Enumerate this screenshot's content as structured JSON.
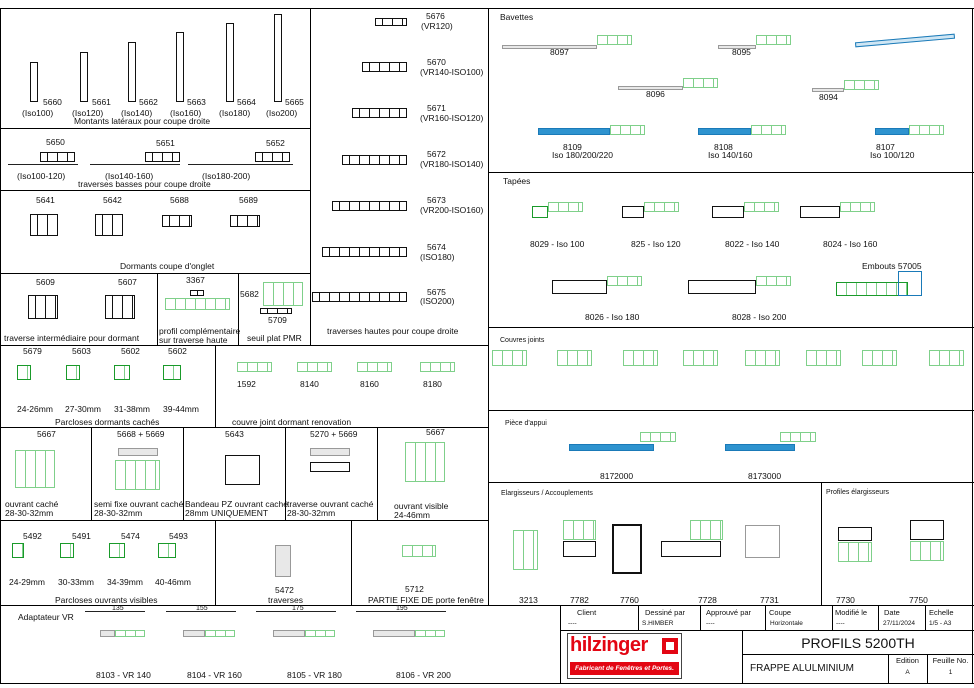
{
  "left": {
    "montants": {
      "codes": [
        "5660",
        "5661",
        "5662",
        "5663",
        "5664",
        "5665"
      ],
      "iso": [
        "(Iso100)",
        "(Iso120)",
        "(Iso140)",
        "(Iso160)",
        "(Iso180)",
        "(Iso200)"
      ],
      "caption": "Montants latéraux pour coupe droite"
    },
    "traverses_basses": {
      "codes": [
        "5650",
        "5651",
        "5652"
      ],
      "iso": [
        "(Iso100-120)",
        "(Iso140-160)",
        "(Iso180-200)"
      ],
      "caption": "traverses basses pour coupe droite"
    },
    "dormants": {
      "codes": [
        "5641",
        "5642",
        "5688",
        "5689"
      ],
      "caption": "Dormants coupe d'onglet"
    },
    "traverse_intermediaire": {
      "codes": [
        "5609",
        "5607"
      ],
      "caption": "traverse intermédiaire pour dormant"
    },
    "profil_complementaire": {
      "code": "3367",
      "caption1": "profil complémentaire",
      "caption2": "sur traverse haute"
    },
    "seuil": {
      "code1": "5682",
      "code2": "5709",
      "caption": "seuil plat PMR"
    }
  },
  "middle": {
    "traverses_hautes": [
      {
        "code": "5676",
        "iso": "(VR120)"
      },
      {
        "code": "5670",
        "iso": "(VR140-ISO100)"
      },
      {
        "code": "5671",
        "iso": "(VR160-ISO120)"
      },
      {
        "code": "5672",
        "iso": "(VR180-ISO140)"
      },
      {
        "code": "5673",
        "iso": "(VR200-ISO160)"
      },
      {
        "code": "5674",
        "iso": "(ISO180)"
      },
      {
        "code": "5675",
        "iso": "(ISO200)"
      }
    ],
    "caption": "traverses hautes pour coupe droite"
  },
  "parcloses_dormants": {
    "codes": [
      "5679",
      "5603",
      "5602",
      "5602"
    ],
    "sizes": [
      "24-26mm",
      "27-30mm",
      "31-38mm",
      "39-44mm"
    ],
    "caption": "Parcloses dormants cachés"
  },
  "couvre_joint": {
    "codes": [
      "1592",
      "8140",
      "8160",
      "8180"
    ],
    "caption": "couvre joint dormant renovation"
  },
  "ouvrants": [
    {
      "code": "5667",
      "l1": "ouvrant caché",
      "l2": "28-30-32mm"
    },
    {
      "code": "5668 + 5669",
      "l1": "semi fixe ouvrant caché",
      "l2": "28-30-32mm"
    },
    {
      "code": "5643",
      "l1": "Bandeau PZ ouvrant caché",
      "l2": "28mm UNIQUEMENT"
    },
    {
      "code": "5270 + 5669",
      "l1": "traverse ouvrant caché",
      "l2": "28-30-32mm"
    },
    {
      "code": "5667",
      "l1": "ouvrant visible",
      "l2": "24-46mm"
    }
  ],
  "parcloses_ouvrants": {
    "codes": [
      "5492",
      "5491",
      "5474",
      "5493"
    ],
    "sizes": [
      "24-29mm",
      "30-33mm",
      "34-39mm",
      "40-46mm"
    ],
    "caption": "Parcloses ouvrants visibles"
  },
  "traverses": {
    "code": "5472",
    "caption": "traverses"
  },
  "partie_fixe": {
    "code": "5712",
    "caption": "PARTIE FIXE DE porte fenêtre"
  },
  "adaptateur": {
    "title": "Adaptateur VR",
    "items": [
      "8103 - VR 140",
      "8104 - VR 160",
      "8105 - VR 180",
      "8106 - VR 200"
    ],
    "dims": [
      "135",
      "155",
      "175",
      "195"
    ]
  },
  "bavettes": {
    "title": "Bavettes",
    "items": [
      "8097",
      "8095",
      "8096",
      "8094"
    ],
    "appui": [
      {
        "code": "8109",
        "iso": "Iso 180/200/220"
      },
      {
        "code": "8108",
        "iso": "Iso 140/160"
      },
      {
        "code": "8107",
        "iso": "Iso 100/120"
      }
    ]
  },
  "tapees": {
    "title": "Tapées",
    "items": [
      "8029 - Iso 100",
      "825 - Iso 120",
      "8022 - Iso 140",
      "8024 - Iso 160",
      "8026 - Iso 180",
      "8028 - Iso 200"
    ],
    "embouts": "Embouts 57005"
  },
  "couvres_joints": {
    "title": "Couvres joints"
  },
  "piece_appui": {
    "title": "Pièce d'appui",
    "items": [
      "8172000",
      "8173000"
    ]
  },
  "elargisseurs": {
    "title": "Elargisseurs / Accouplements",
    "items": [
      "3213",
      "7782",
      "7760",
      "7728",
      "7731"
    ]
  },
  "profiles_elargisseurs": {
    "title": "Profiles élargisseurs",
    "items": [
      "7730",
      "7750"
    ]
  },
  "title_block": {
    "client_label": "Client",
    "client": "----",
    "dessine_label": "Dessiné par",
    "dessine": "S.HIMBER",
    "approuve_label": "Approuvé par",
    "approuve": "----",
    "coupe_label": "Coupe",
    "coupe": "Horizontale",
    "modifie_label": "Modifié le",
    "modifie": "----",
    "date_label": "Date",
    "date": "27/11/2024",
    "echelle_label": "Echelle",
    "echelle": "1/5 - A3",
    "title": "PROFILS 5200TH",
    "subtitle": "FRAPPE ALULMINIUM",
    "edition_label": "Edition",
    "edition": "A",
    "feuille_label": "Feuille No.",
    "feuille": "1",
    "logo_name": "hilzinger",
    "logo_tagline": "Fabricant de Fenêtres et Portes.",
    "brand_color": "#e30613"
  }
}
